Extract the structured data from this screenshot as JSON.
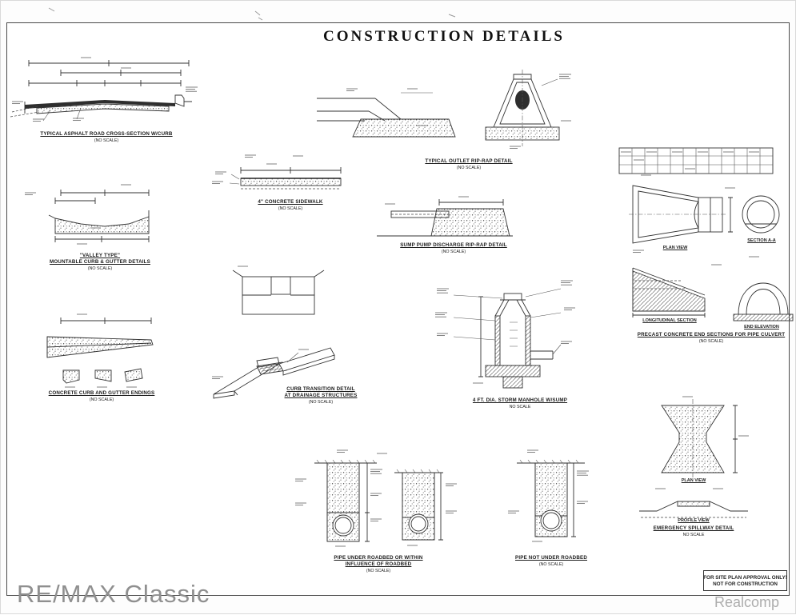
{
  "sheet": {
    "title": "CONSTRUCTION DETAILS",
    "approval_box": {
      "line1": "FOR SITE PLAN APPROVAL ONLY!",
      "line2": "NOT FOR CONSTRUCTION"
    }
  },
  "watermarks": {
    "realtor": "RE/MAX Classic",
    "mls": "Realcomp"
  },
  "details": {
    "road": {
      "title": "TYPICAL ASPHALT ROAD CROSS-SECTION W/CURB",
      "scale": "(NO SCALE)"
    },
    "valley": {
      "title_line1": "\"VALLEY TYPE\"",
      "title_line2": "MOUNTABLE CURB & GUTTER DETAILS",
      "scale": "(NO SCALE)"
    },
    "curb_endings": {
      "title": "CONCRETE CURB AND GUTTER ENDINGS",
      "scale": "(NO SCALE)"
    },
    "sidewalk": {
      "title": "4\" CONCRETE SIDEWALK",
      "scale": "(NO SCALE)"
    },
    "curb_transition": {
      "title_line1": "CURB TRANSITION DETAIL",
      "title_line2": "AT DRAINAGE STRUCTURES",
      "scale": "(NO SCALE)"
    },
    "outlet_riprap": {
      "title": "TYPICAL OUTLET RIP-RAP DETAIL",
      "scale": "(NO SCALE)"
    },
    "sump_discharge": {
      "title": "SUMP PUMP DISCHARGE RIP-RAP DETAIL",
      "scale": "(NO SCALE)"
    },
    "manhole": {
      "title": "4 FT. DIA. STORM MANHOLE W/SUMP",
      "scale": "NO SCALE"
    },
    "precast": {
      "title": "PRECAST CONCRETE END SECTIONS FOR PIPE CULVERT",
      "scale": "(NO SCALE)",
      "plan_label": "PLAN VIEW",
      "section_label": "SECTION A-A",
      "longitudinal_label": "LONGITUDINAL SECTION",
      "elevation_label": "END ELEVATION"
    },
    "spillway": {
      "title": "EMERGENCY SPILLWAY DETAIL",
      "scale": "NO SCALE",
      "plan_label": "PLAN VIEW",
      "profile_label": "PROFILE VIEW"
    },
    "pipe_under": {
      "title_line1": "PIPE UNDER ROADBED OR WITHIN",
      "title_line2": "INFLUENCE OF ROADBED",
      "scale": "(NO SCALE)"
    },
    "pipe_not_under": {
      "title": "PIPE NOT UNDER ROADBED",
      "scale": "(NO SCALE)"
    }
  }
}
